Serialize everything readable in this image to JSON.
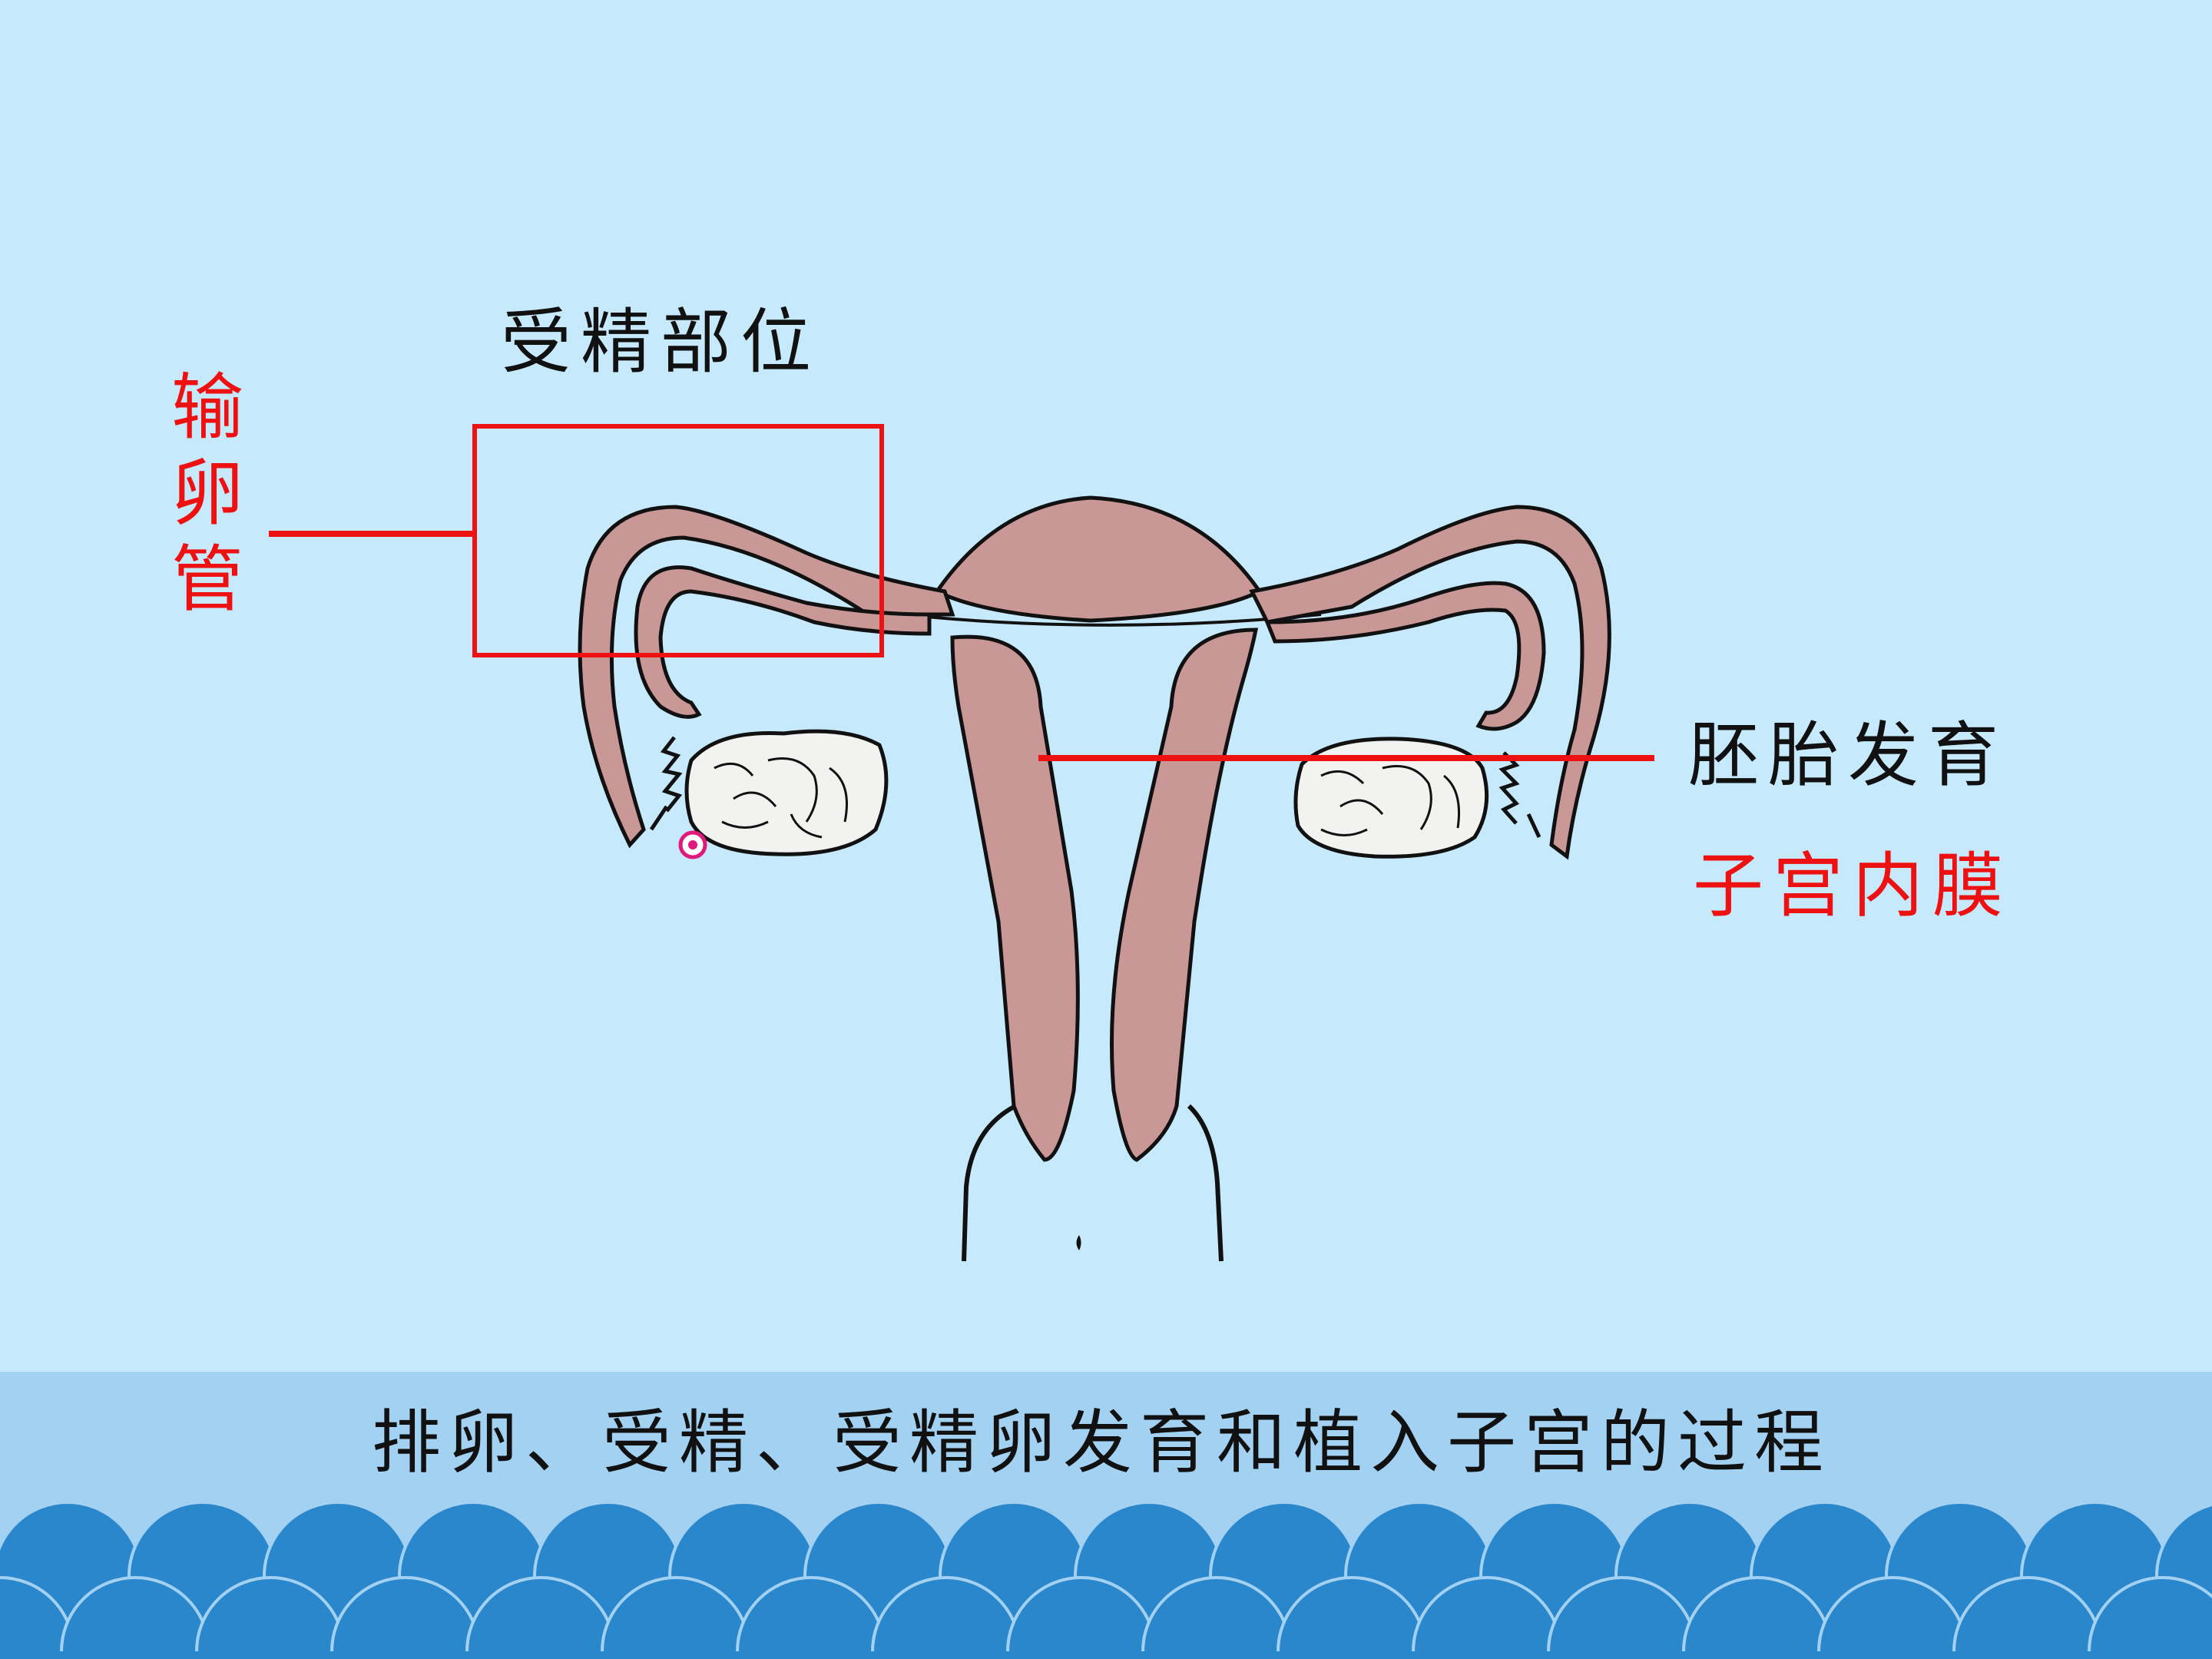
{
  "slide": {
    "caption": "排卵、受精、受精卵发育和植入子宫的过程"
  },
  "labels": {
    "fertilization_site": "受精部位",
    "oviduct": "输卵管",
    "embryo_development": "胚胎发育",
    "endometrium": "子宫内膜"
  },
  "colors": {
    "background": "#c6e9fb",
    "bottom_band": "#a3d1f2",
    "wave": "#2a87cc",
    "accent_red": "#ee1111",
    "uterus_tissue": "#c99896",
    "ovary": "#f2f2f0"
  }
}
